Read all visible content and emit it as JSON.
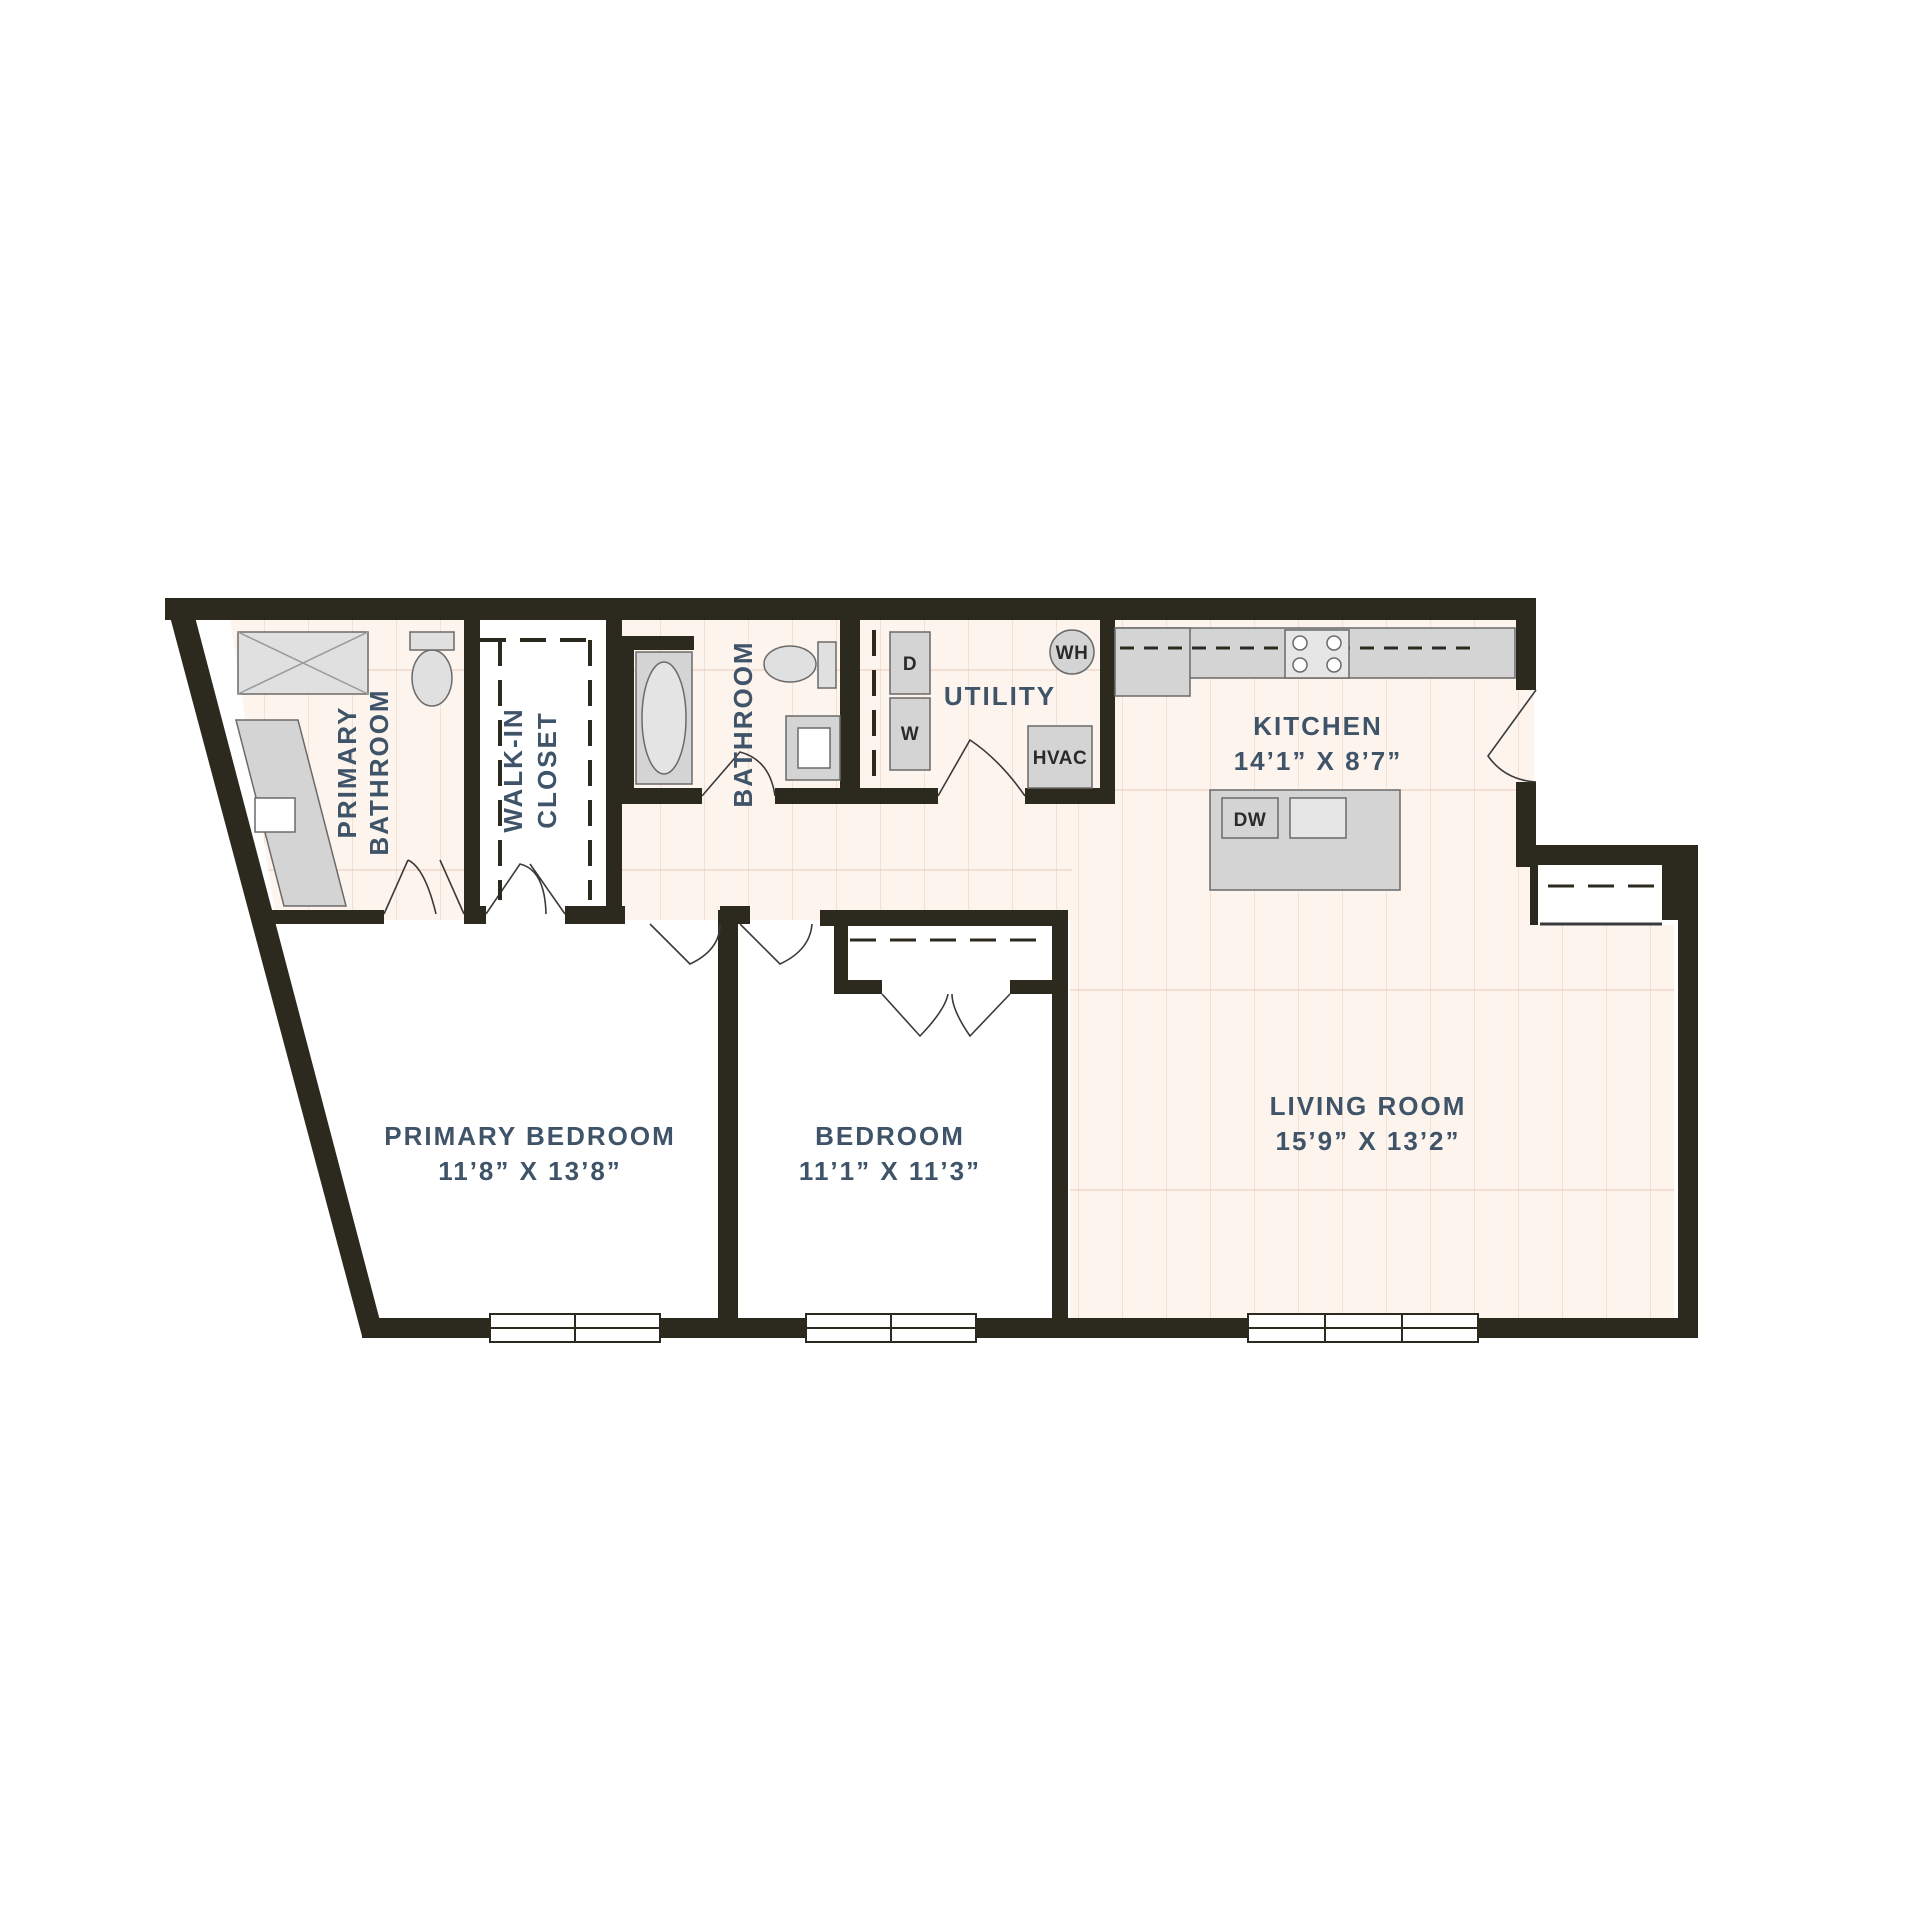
{
  "colors": {
    "wall": "#2c2a1f",
    "floor": "#fdf4ee",
    "floor_line": "#ecd2c1",
    "fixture": "#d4d4d4",
    "fixture_stroke": "#6a6a6a",
    "label": "#3f5468",
    "background": "#ffffff"
  },
  "rooms": {
    "primary_bathroom": {
      "line1": "PRIMARY",
      "line2": "BATHROOM"
    },
    "walk_in_closet": {
      "line1": "WALK-IN",
      "line2": "CLOSET"
    },
    "bathroom": {
      "name": "BATHROOM"
    },
    "utility": {
      "name": "UTILITY"
    },
    "kitchen": {
      "name": "KITCHEN",
      "dims": "14’1” X 8’7”"
    },
    "primary_bedroom": {
      "name": "PRIMARY BEDROOM",
      "dims": "11’8” X 13’8”"
    },
    "bedroom": {
      "name": "BEDROOM",
      "dims": "11’1” X 11’3”"
    },
    "living_room": {
      "name": "LIVING ROOM",
      "dims": "15’9” X 13’2”"
    }
  },
  "fixtures": {
    "dryer": "D",
    "washer": "W",
    "water_heater": "WH",
    "hvac": "HVAC",
    "dishwasher": "DW"
  }
}
